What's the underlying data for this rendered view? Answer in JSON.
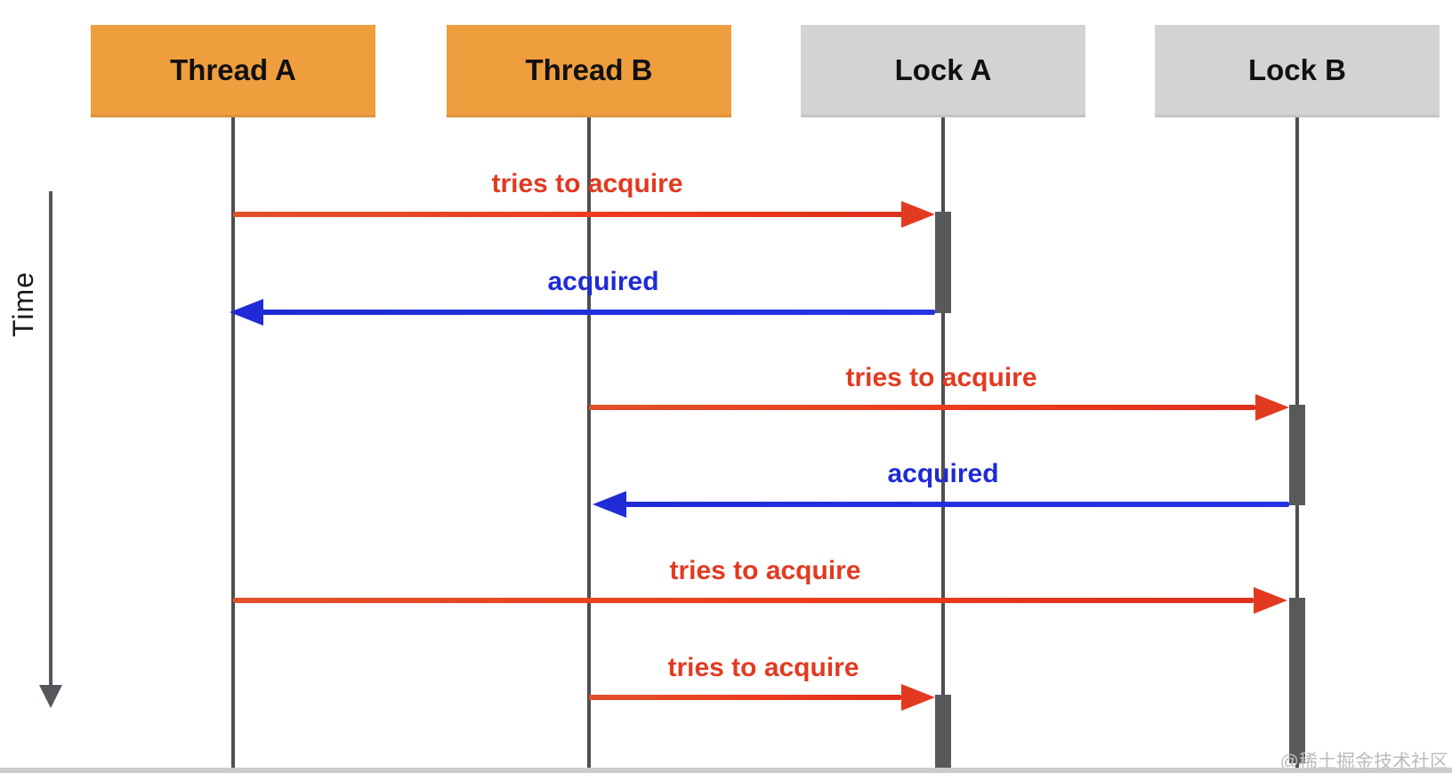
{
  "colors": {
    "thread-fill": "#ef9e3e",
    "lock-fill": "#d3d3d3",
    "red": "#e23a20",
    "blue": "#1f2bd6",
    "lifeline": "#4f4f4f",
    "activation": "#58595b",
    "axis": "#55575c",
    "watermark": "#b9bcbe",
    "bottom-band": "#c9ccce",
    "header-text": "#111111",
    "background": "#ffffff"
  },
  "participants": [
    {
      "label": "Thread A",
      "kind": "thread"
    },
    {
      "label": "Thread B",
      "kind": "thread"
    },
    {
      "label": "Lock A",
      "kind": "lock"
    },
    {
      "label": "Lock B",
      "kind": "lock"
    }
  ],
  "time_axis": {
    "label": "Time"
  },
  "messages": [
    {
      "label": "tries to acquire",
      "kind": "request",
      "from": "Thread A",
      "to": "Lock A"
    },
    {
      "label": "acquired",
      "kind": "response",
      "from": "Lock A",
      "to": "Thread A"
    },
    {
      "label": "tries to acquire",
      "kind": "request",
      "from": "Thread B",
      "to": "Lock B"
    },
    {
      "label": "acquired",
      "kind": "response",
      "from": "Lock B",
      "to": "Thread B"
    },
    {
      "label": "tries to acquire",
      "kind": "request",
      "from": "Thread A",
      "to": "Lock B"
    },
    {
      "label": "tries to acquire",
      "kind": "request",
      "from": "Thread B",
      "to": "Lock A"
    }
  ],
  "watermark": {
    "text": "@稀土掘金技术社区"
  }
}
